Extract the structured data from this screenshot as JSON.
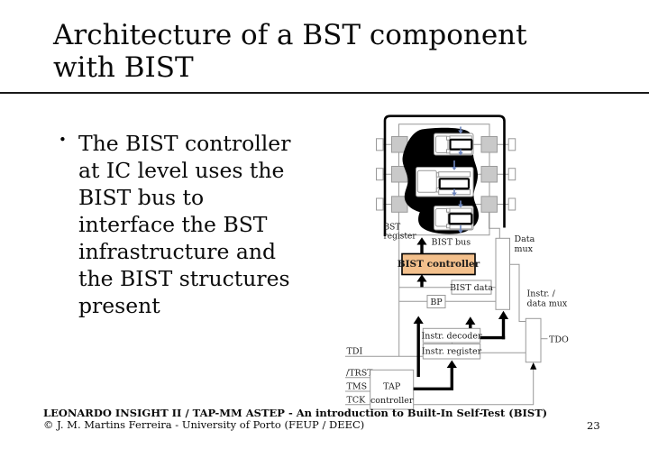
{
  "slide": {
    "title": {
      "line1": "Architecture of a BST component",
      "line2": "with BIST"
    },
    "bullet": {
      "marker": "•",
      "lines": [
        "The BIST controller",
        "at IC level uses the",
        "BIST bus to",
        "interface the BST",
        "infrastructure and",
        "the BIST structures",
        "present"
      ]
    },
    "footer": {
      "line1": "LEONARDO INSIGHT II / TAP-MM ASTEP - An introduction to Built-In Self-Test (BIST)",
      "line2": "© J. M. Martins Ferreira - University of Porto (FEUP / DEEC)",
      "page_number": "23"
    }
  },
  "diagram": {
    "labels": {
      "bst_register_line1": "BST",
      "bst_register_line2": "register",
      "bist_bus": "BIST bus",
      "bist_controller": "BIST controller",
      "bist_data": "BIST data",
      "bp": "BP",
      "data_mux_line1": "Data",
      "data_mux_line2": "mux",
      "instr_data_mux_line1": "Instr. /",
      "instr_data_mux_line2": "data mux",
      "instr_decoder": "Instr. decoder",
      "instr_register": "Instr. register",
      "tdi": "TDI",
      "tdo": "TDO",
      "trst": "/TRST",
      "tms": "TMS",
      "tck": "TCK",
      "tap_line1": "TAP",
      "tap_line2": "controller"
    },
    "colors": {
      "bist_controller_fill": "#f3c08c",
      "cell_fill": "#c9c9c9",
      "blue_arrow": "#6d85bd",
      "line_gray": "#999999",
      "black": "#000000"
    }
  }
}
